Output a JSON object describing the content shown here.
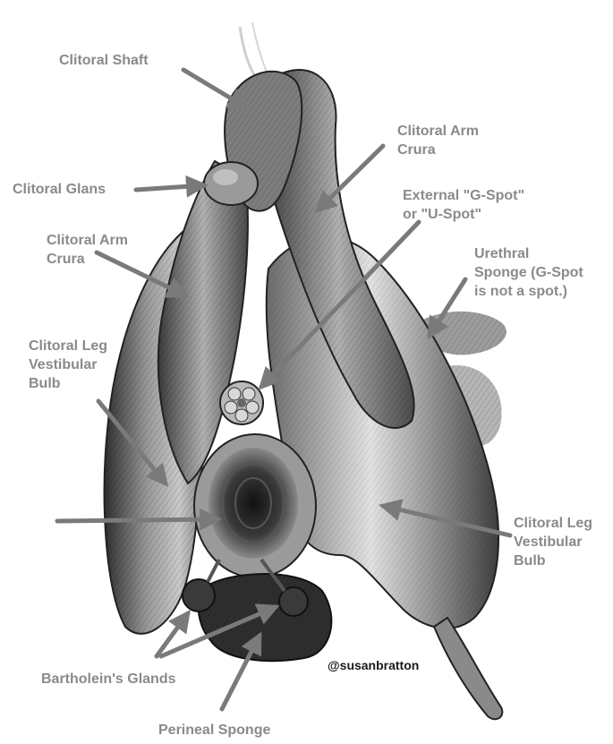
{
  "labels": {
    "clitoral_shaft": "Clitoral Shaft",
    "clitoral_glans": "Clitoral Glans",
    "clitoral_arm_right": [
      "Clitoral Arm",
      "Crura"
    ],
    "clitoral_arm_left": [
      "Clitoral Arm",
      "Crura"
    ],
    "external_g_spot": [
      "External \"G-Spot\"",
      "or \"U-Spot\""
    ],
    "urethral_sponge": [
      "Urethral",
      "Sponge (G-Spot",
      "is not a spot.)"
    ],
    "clitoral_leg_left": [
      "Clitoral Leg",
      "Vestibular",
      "Bulb"
    ],
    "clitoral_leg_right": [
      "Clitoral Leg",
      "Vestibular",
      "Bulb"
    ],
    "bartholeins_glands": "Bartholein's Glands",
    "perineal_sponge": "Perineal Sponge"
  },
  "credit": "@susanbratton",
  "colors": {
    "label_text": "#8a8a8a",
    "arrow": "#7a7a7a",
    "tissue_dark": "#3a3a3a",
    "tissue_mid": "#8c8c8c",
    "tissue_light": "#d8d8d8",
    "credit_text": "#1a1a1a"
  }
}
